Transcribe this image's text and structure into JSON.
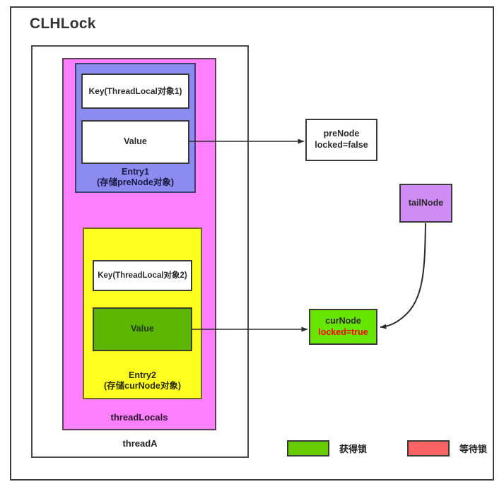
{
  "diagram": {
    "title": "CLHLock",
    "thread": {
      "label": "threadA",
      "threadlocals": {
        "label": "threadLocals",
        "entries": [
          {
            "name": "Entry1",
            "caption": "(存储preNode对象)",
            "key_label": "Key(ThreadLocal对象1)",
            "value_label": "Value",
            "fill": "#8b8bf0",
            "value_fill": "#ffffff"
          },
          {
            "name": "Entry2",
            "caption": "(存储curNode对象)",
            "key_label": "Key(ThreadLocal对象2)",
            "value_label": "Value",
            "fill": "#ffff20",
            "value_fill": "#5cb500"
          }
        ]
      }
    },
    "nodes": {
      "prenode": {
        "name": "preNode",
        "state": "locked=false",
        "fill": "#ffffff",
        "state_color": "#2b2b2b"
      },
      "curnode": {
        "name": "curNode",
        "state": "locked=true",
        "fill": "#66e600",
        "state_color": "#ff0000"
      },
      "tailnode": {
        "name": "tailNode",
        "fill": "#d08cf5"
      }
    },
    "legend": [
      {
        "label": "获得锁",
        "color": "#66cc00"
      },
      {
        "label": "等待锁",
        "color": "#fa6464"
      }
    ]
  }
}
